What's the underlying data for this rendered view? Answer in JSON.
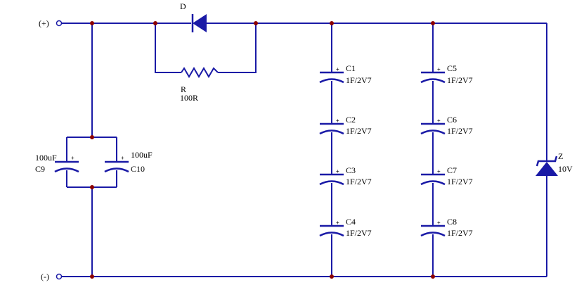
{
  "colors": {
    "wire": "#1a1aa6",
    "junction": "#8b0000",
    "label": "#000000",
    "background": "#ffffff"
  },
  "terminals": {
    "positive": "(+)",
    "negative": "(-)"
  },
  "diode": {
    "ref": "D"
  },
  "resistor": {
    "ref": "R",
    "value": "100R"
  },
  "zener": {
    "ref": "Z",
    "value": "10V"
  },
  "polarity_mark": "+",
  "capacitors": [
    {
      "ref": "C1",
      "value": "1F/2V7"
    },
    {
      "ref": "C2",
      "value": "1F/2V7"
    },
    {
      "ref": "C3",
      "value": "1F/2V7"
    },
    {
      "ref": "C4",
      "value": "1F/2V7"
    },
    {
      "ref": "C5",
      "value": "1F/2V7"
    },
    {
      "ref": "C6",
      "value": "1F/2V7"
    },
    {
      "ref": "C7",
      "value": "1F/2V7"
    },
    {
      "ref": "C8",
      "value": "1F/2V7"
    },
    {
      "ref": "C9",
      "value": "100uF"
    },
    {
      "ref": "C10",
      "value": "100uF"
    }
  ]
}
